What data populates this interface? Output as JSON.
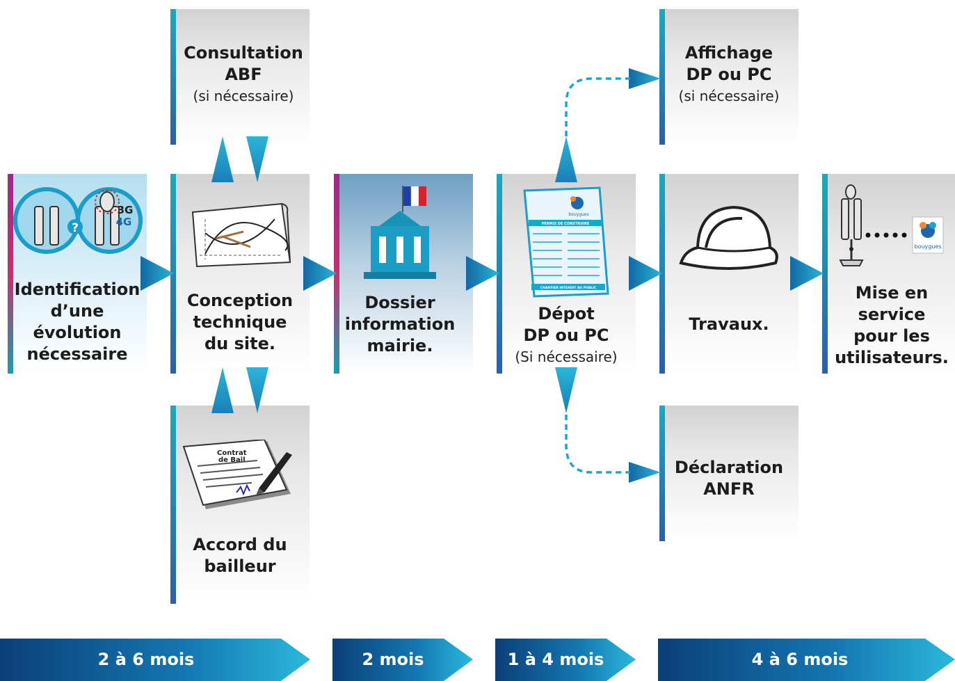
{
  "steps": {
    "identification": [
      "Identification",
      "d’une",
      "évolution",
      "nécessaire"
    ],
    "conception": [
      "Conception",
      "technique",
      "du site."
    ],
    "dossier": [
      "Dossier",
      "information",
      "mairie."
    ],
    "depot": [
      "Dépot",
      "DP ou PC"
    ],
    "depot_note": "(Si nécessaire)",
    "travaux": "Travaux.",
    "mise_en_service": [
      "Mise en",
      "service",
      "pour les",
      "utilisateurs."
    ],
    "consultation": [
      "Consultation",
      "ABF"
    ],
    "consultation_note": "(si nécessaire)",
    "accord": [
      "Accord du",
      "bailleur"
    ],
    "affichage": [
      "Affichage",
      "DP ou PC"
    ],
    "affichage_note": "(si nécessaire)",
    "declaration": [
      "Déclaration",
      "ANFR"
    ]
  },
  "icons": {
    "antenna_badge_3g": "3G",
    "antenna_badge_4g": "4G",
    "contract_heading": [
      "Contrat",
      "de Bail"
    ],
    "permit_heading": "PERMIS DE CONSTRUIRE",
    "permit_footer": "CHANTIER INTERDIT AU PUBLIC",
    "brand": "bouygues"
  },
  "timeline": [
    "2 à 6 mois",
    "2 mois",
    "1 à 4 mois",
    "4 à 6 mois"
  ],
  "colors": {
    "accent": "#1aa6cc",
    "dark_blue": "#0d4f8a",
    "pink": "#c2326f",
    "text": "#1c1c1c"
  }
}
